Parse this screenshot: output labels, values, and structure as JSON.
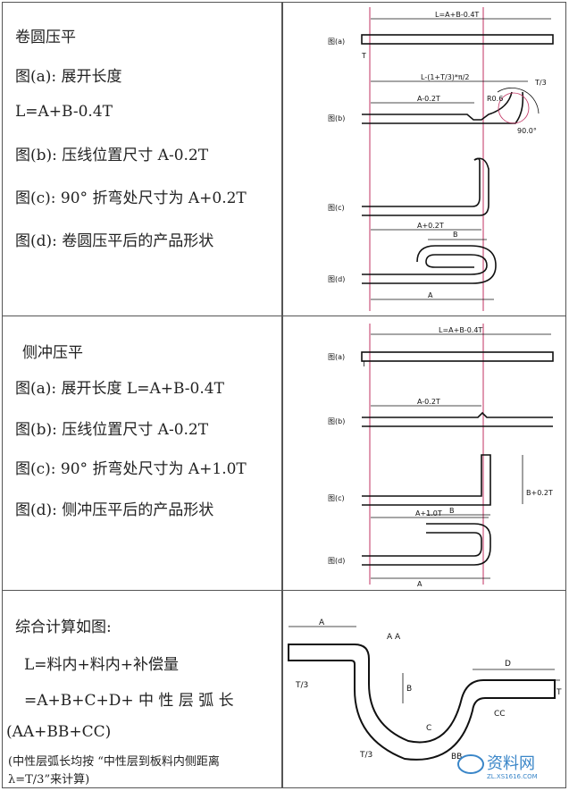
{
  "section1": {
    "title": "卷圆压平",
    "lines": [
      "图(a):  展开长度",
      "L=A+B-0.4T",
      "图(b):  压线位置尺寸  A-0.2T",
      "图(c): 90° 折弯处尺寸为 A+0.2T",
      "图(d):  卷圆压平后的产品形状"
    ],
    "labels": {
      "a": "图(a)",
      "b": "图(b)",
      "c": "图(c)",
      "d": "图(d)",
      "L": "L=A+B-0.4T",
      "Lb": "L-(1+T/3)*π/2",
      "A02": "A-0.2T",
      "T3": "T/3",
      "r1": "R0.6",
      "r2": "90.0°",
      "Ac": "A+0.2T",
      "B": "B",
      "A": "A",
      "T": "T"
    }
  },
  "section2": {
    "title": "侧冲压平",
    "lines": [
      "图(a):  展开长度 L=A+B-0.4T",
      "图(b):  压线位置尺寸  A-0.2T",
      "图(c): 90° 折弯处尺寸为 A+1.0T",
      "图(d):  侧冲压平后的产品形状"
    ],
    "labels": {
      "a": "图(a)",
      "b": "图(b)",
      "c": "图(c)",
      "d": "图(d)",
      "L": "L=A+B-0.4T",
      "A02": "A-0.2T",
      "A10": "A+1.0T",
      "B02": "B+0.2T",
      "B": "B",
      "A": "A",
      "T": "T"
    }
  },
  "section3": {
    "title": "综合计算如图:",
    "lines": [
      "L=料内+料内+补偿量",
      "=A+B+C+D+ 中 性 层 弧 长",
      "(AA+BB+CC)",
      "(中性层弧长均按 “中性层到板料内侧距离",
      "λ=T/3”来计算)"
    ],
    "labels": {
      "A": "A",
      "AA": "A A",
      "T3a": "T/3",
      "B": "B",
      "C": "C",
      "D": "D",
      "T": "T",
      "CC": "CC",
      "T3b": "T/3",
      "BB": "BB"
    }
  },
  "watermark": {
    "text": "资料网",
    "sub": "ZL.XS1616.COM"
  }
}
